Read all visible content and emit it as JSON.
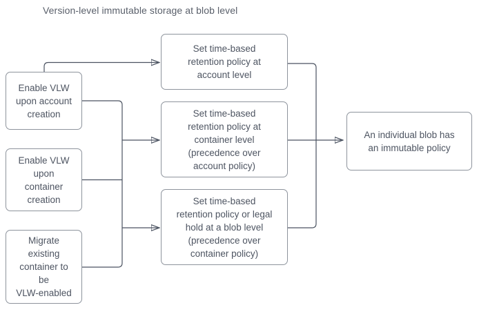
{
  "diagram": {
    "title": "Version-level immutable storage at blob level",
    "nodes": [
      {
        "id": "enable-vlw-account",
        "label": "Enable VLW\nupon account\ncreation"
      },
      {
        "id": "enable-vlw-container",
        "label": "Enable VLW\nupon\ncontainer\ncreation"
      },
      {
        "id": "migrate-existing-container",
        "label": "Migrate\nexisting\ncontainer to\nbe\nVLW-enabled"
      },
      {
        "id": "retention-account-level",
        "label": "Set time-based\nretention policy at\naccount level"
      },
      {
        "id": "retention-container-level",
        "label": "Set time-based\nretention policy at\ncontainer level\n(precedence over\naccount policy)"
      },
      {
        "id": "retention-blob-level",
        "label": "Set time-based\nretention policy or legal\nhold at a blob level\n(precedence over\ncontainer policy)"
      },
      {
        "id": "blob-immutable-policy",
        "label": "An individual blob has\nan immutable policy"
      }
    ],
    "edges": [
      {
        "from": "enable-vlw-account",
        "to": "retention-account-level"
      },
      {
        "from": "enable-vlw-account",
        "to": "retention-container-level"
      },
      {
        "from": "enable-vlw-account",
        "to": "retention-blob-level"
      },
      {
        "from": "enable-vlw-container",
        "to": "retention-container-level"
      },
      {
        "from": "enable-vlw-container",
        "to": "retention-blob-level"
      },
      {
        "from": "migrate-existing-container",
        "to": "retention-container-level"
      },
      {
        "from": "migrate-existing-container",
        "to": "retention-blob-level"
      },
      {
        "from": "retention-account-level",
        "to": "blob-immutable-policy"
      },
      {
        "from": "retention-container-level",
        "to": "blob-immutable-policy"
      },
      {
        "from": "retention-blob-level",
        "to": "blob-immutable-policy"
      }
    ],
    "colors": {
      "background": "#ffffff",
      "box_fill": "#ffffff",
      "box_border": "#8d939c",
      "text": "#4d5461",
      "connector": "#4a5260",
      "arrowhead": "#3e4553"
    }
  }
}
